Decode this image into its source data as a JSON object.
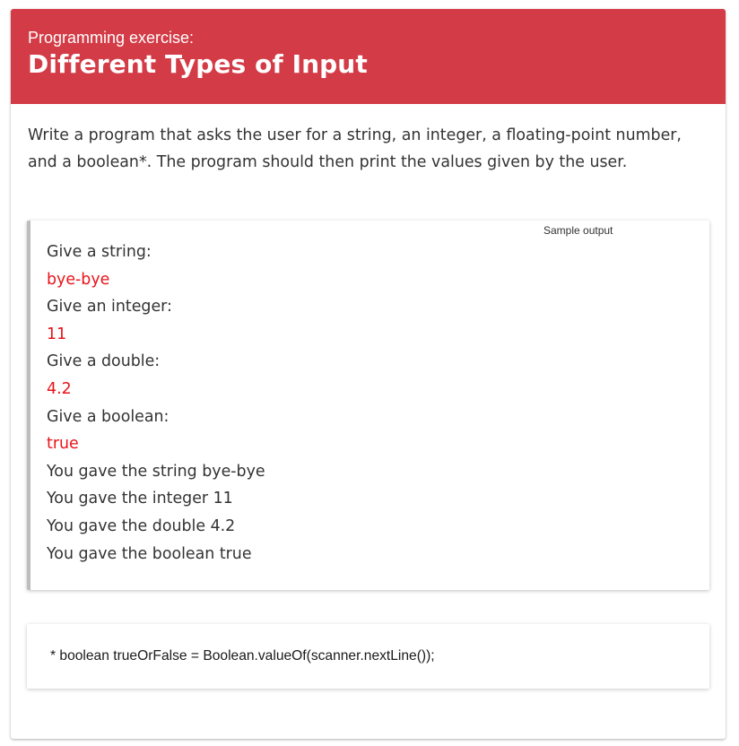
{
  "exercise": {
    "kicker": "Programming exercise:",
    "title": "Different Types of Input",
    "description": "Write a program that asks the user for a string, an integer, a floating-point number, and a boolean*. The program should then print the values given by the user."
  },
  "sample_output": {
    "label": "Sample output",
    "lines": [
      {
        "text": "Give a string:",
        "kind": "output"
      },
      {
        "text": "bye-bye",
        "kind": "input"
      },
      {
        "text": "Give an integer:",
        "kind": "output"
      },
      {
        "text": "11",
        "kind": "input"
      },
      {
        "text": "Give a double:",
        "kind": "output"
      },
      {
        "text": "4.2",
        "kind": "input"
      },
      {
        "text": "Give a boolean:",
        "kind": "output"
      },
      {
        "text": "true",
        "kind": "input"
      },
      {
        "text": "You gave the string bye-bye",
        "kind": "output"
      },
      {
        "text": "You gave the integer 11",
        "kind": "output"
      },
      {
        "text": "You gave the double 4.2",
        "kind": "output"
      },
      {
        "text": "You gave the boolean true",
        "kind": "output"
      }
    ]
  },
  "note": {
    "text": "* boolean trueOrFalse = Boolean.valueOf(scanner.nextLine());"
  },
  "colors": {
    "header_background": "#d33c47",
    "header_text": "#ffffff",
    "body_text": "#333333",
    "user_input_text": "#e8141a",
    "sample_border": "#bdbdbd"
  }
}
